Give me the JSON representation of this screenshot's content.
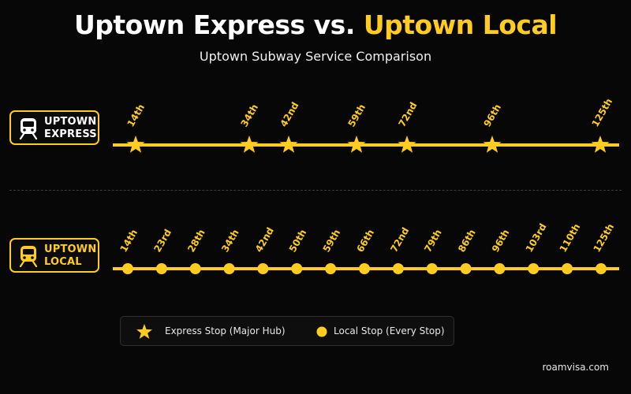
{
  "title": {
    "part1": "Uptown Express vs.",
    "part2": "Uptown Local"
  },
  "subtitle": "Uptown Subway Service Comparison",
  "express": {
    "badge_line1": "UPTOWN",
    "badge_line2": "EXPRESS",
    "stops": [
      "14th",
      "34th",
      "42nd",
      "59th",
      "72nd",
      "96th",
      "125th"
    ]
  },
  "local": {
    "badge_line1": "UPTOWN",
    "badge_line2": "LOCAL",
    "stops": [
      "14th",
      "23rd",
      "28th",
      "34th",
      "42nd",
      "50th",
      "59th",
      "66th",
      "72nd",
      "79th",
      "86th",
      "96th",
      "103rd",
      "110th",
      "125th"
    ]
  },
  "legend": {
    "express_label": "Express Stop (Major Hub)",
    "local_label": "Local Stop (Every Stop)"
  },
  "credit": "roamvisa.com",
  "colors": {
    "accent": "#ffcc1f",
    "background": "#070707",
    "text": "#ffffff"
  }
}
